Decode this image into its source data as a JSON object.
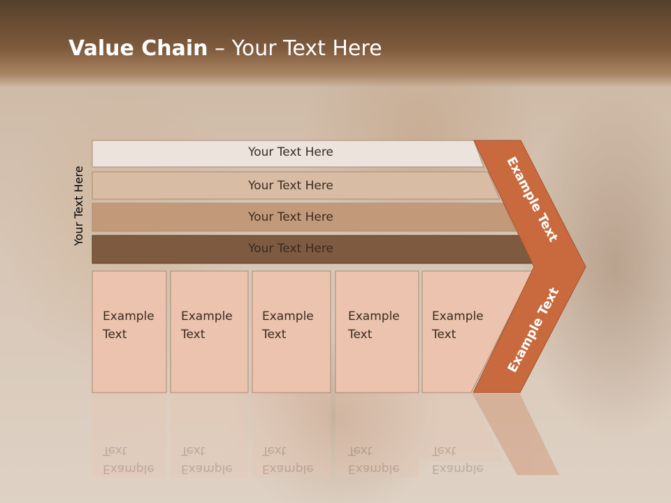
{
  "slide": {
    "title_bold": "Value Chain",
    "title_rest": " – Your Text Here",
    "side_label": "Your Text Here"
  },
  "bars": [
    {
      "label": "Your Text Here",
      "color": "#ece3dc"
    },
    {
      "label": "Your Text Here",
      "color": "#d9bca4"
    },
    {
      "label": "Your Text Here",
      "color": "#c39a79"
    },
    {
      "label": "Your Text Here",
      "color": "#7d5a40"
    }
  ],
  "boxes": [
    {
      "label": "Example\nText"
    },
    {
      "label": "Example\nText"
    },
    {
      "label": "Example\nText"
    },
    {
      "label": "Example\nText"
    },
    {
      "label": "Example\nText"
    }
  ],
  "arrow": {
    "upper_label": "Example Text",
    "lower_label": "Example Text",
    "color": "#c86a3e"
  },
  "colors": {
    "box_fill": "#ebc3ae",
    "header": "#6b4c33"
  }
}
